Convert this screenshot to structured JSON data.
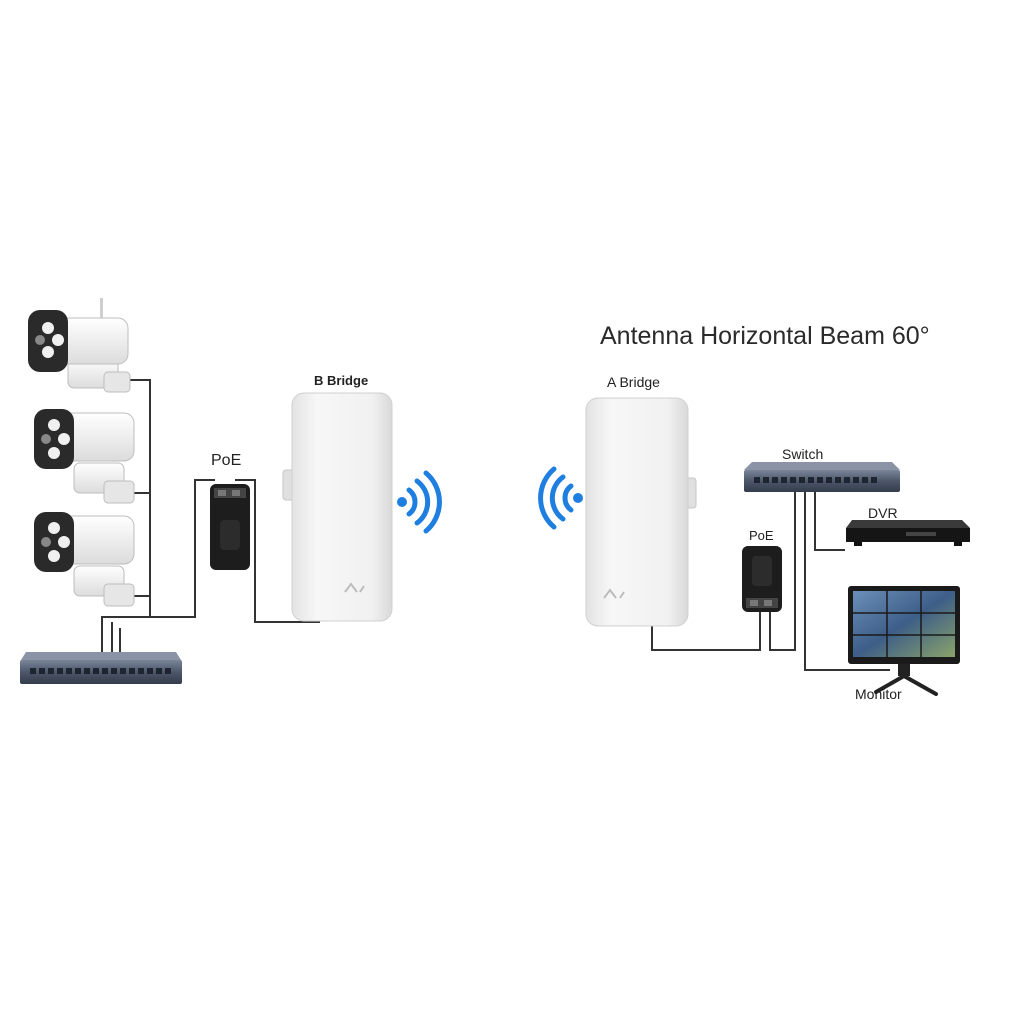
{
  "heading": "Antenna Horizontal Beam 60°",
  "labels": {
    "b_bridge": "B Bridge",
    "a_bridge": "A Bridge",
    "poe_left": "PoE",
    "poe_right": "PoE",
    "switch": "Switch",
    "dvr": "DVR",
    "monitor": "Monitor"
  },
  "colors": {
    "cable": "#333333",
    "signal": "#1f7fe0",
    "switch": "#4f5a6e",
    "device_body": "#f2f2f2"
  },
  "icons": {
    "camera": "cctv-camera-icon",
    "bridge": "wireless-bridge-icon",
    "poe": "poe-injector-icon",
    "switch": "network-switch-icon",
    "dvr": "dvr-recorder-icon",
    "monitor": "monitor-icon",
    "signal": "wifi-signal-icon"
  }
}
